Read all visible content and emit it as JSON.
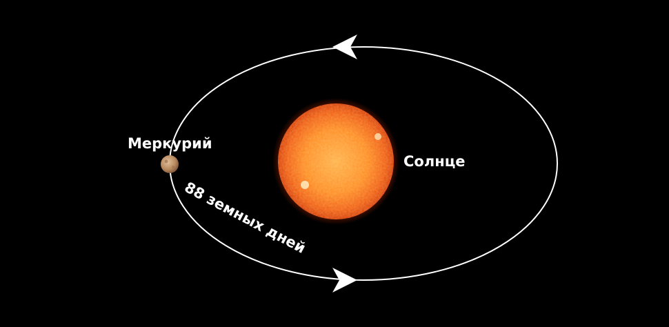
{
  "labels": {
    "planet": "Меркурий",
    "star": "Солнце",
    "orbital_period": "88 земных дней"
  },
  "colors": {
    "background": "#000000",
    "orbit": "#ffffff",
    "text": "#ffffff",
    "sun_core": "#ff9a3a",
    "sun_edge": "#e83a08",
    "mercury": "#c8a27a"
  }
}
